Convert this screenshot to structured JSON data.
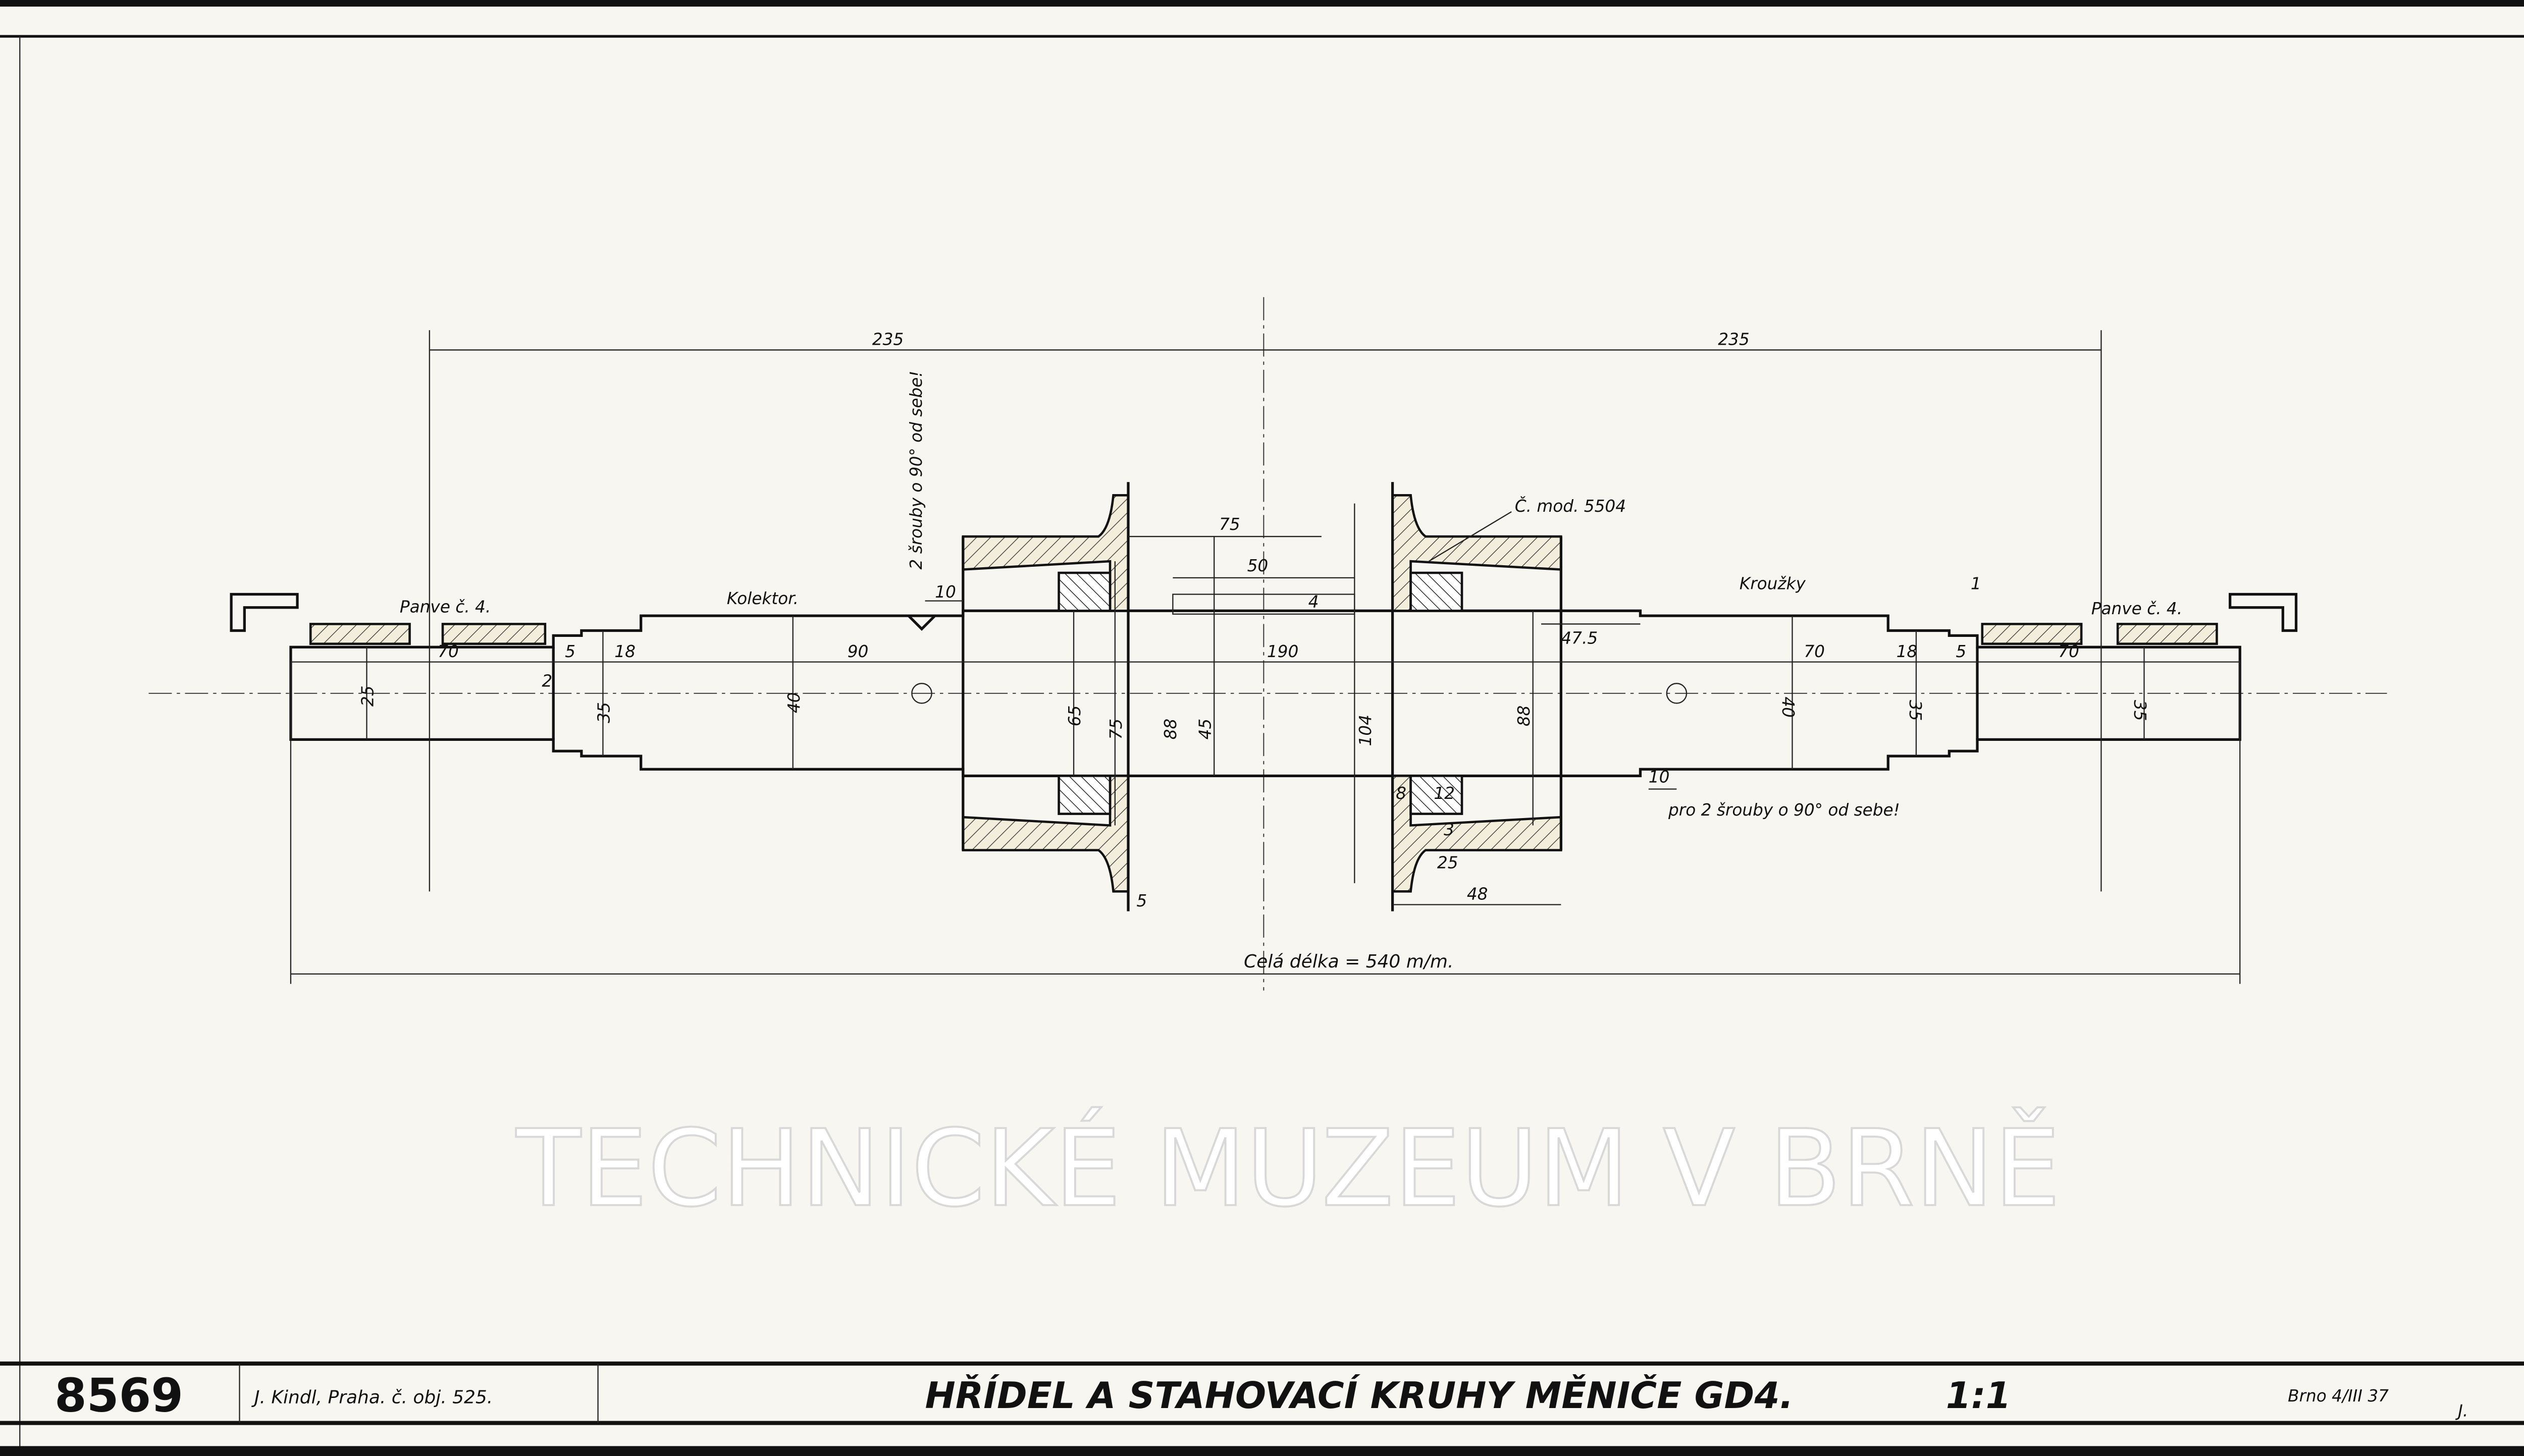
{
  "title_block": {
    "drawing_number": "8569",
    "author": "J. Kindl, Praha. č. obj. 525.",
    "title": "HŘÍDEL A STAHOVACÍ KRUHY MĚNIČE GD4.",
    "scale": "1:1",
    "place_date": "Brno 4/III 37",
    "initials": "J."
  },
  "watermark": "TECHNICKÉ MUZEUM V BRNĚ",
  "labels": {
    "panve_left": "Panve č. 4.",
    "panve_right": "Panve č. 4.",
    "kolektor": "Kolektor.",
    "krouzky": "Kroužky",
    "model": "Č. mod. 5504",
    "note_left": "2 šrouby o 90° od sebe!",
    "note_right": "pro 2 šrouby o 90° od sebe!",
    "total_length": "Celá délka = 540 m/m."
  },
  "dimensions": {
    "d235_left": "235",
    "d235_right": "235",
    "d70_left": "70",
    "d25_left": "25",
    "d2": "2",
    "d5_left": "5",
    "d35_left": "35",
    "d18_left": "18",
    "d40_left": "40",
    "d90": "90",
    "d10_left": "10",
    "d65": "65",
    "d75v": "75",
    "d88_left": "88",
    "d45": "45",
    "d75h": "75",
    "d50": "50",
    "d4": "4",
    "d190": "190",
    "d104": "104",
    "d88_right": "88",
    "d47_5": "47.5",
    "d40_right": "40",
    "d70_mid": "70",
    "d18_right": "18",
    "d5_right": "5",
    "d35_right": "35",
    "d70_right": "70",
    "d35_end": "35",
    "d10_right": "10",
    "d48": "48",
    "d25_small": "25",
    "d5_small": "5",
    "d3": "3",
    "d1": "1",
    "d12": "12",
    "d8": "8"
  }
}
